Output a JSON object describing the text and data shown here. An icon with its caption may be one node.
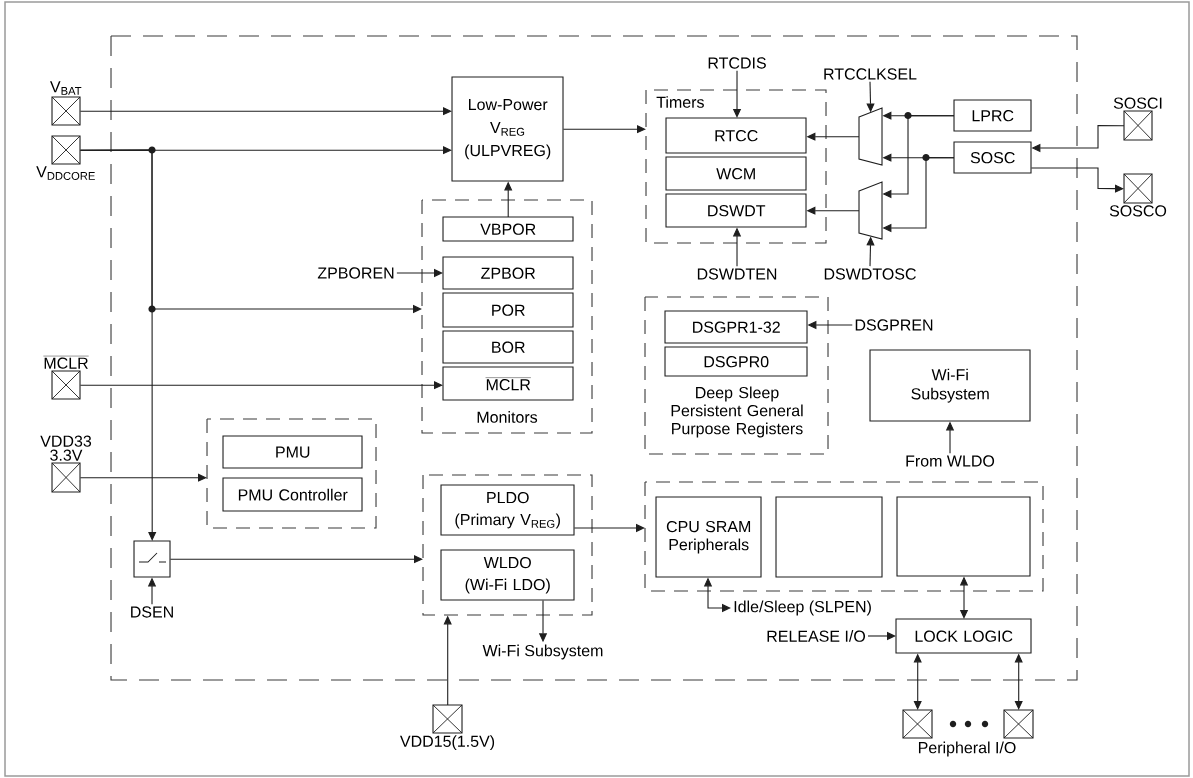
{
  "diagram": {
    "nodes": [
      {
        "text": [],
        "shape": "box"
      },
      {
        "text": [
          "V$_{BAT}$"
        ]
      },
      {
        "text": [
          "V$_{DDCORE}$"
        ]
      },
      {
        "text": [
          "Low-Power V$_{REG}$ (ULPVREG)"
        ],
        "in": 0
      },
      {
        "text": [
          "RTCDIS"
        ],
        "in": 0
      },
      {
        "text": [
          "RTCCLKSEL"
        ],
        "in": 0
      },
      {
        "text": [
          "Timers"
        ],
        "in": 0
      },
      {
        "text": [
          "RTCC"
        ],
        "in": 6
      },
      {
        "text": [
          "WCM"
        ],
        "in": 6
      },
      {
        "text": [
          "DSWDT"
        ],
        "in": 6
      },
      {
        "text": [],
        "shape": "trapezoid",
        "in": 0
      },
      {
        "text": [],
        "shape": "trapezoid",
        "in": 0
      },
      {
        "text": [
          "LPRC"
        ],
        "in": 0
      },
      {
        "text": [
          "SOSC"
        ],
        "in": 0
      },
      {
        "text": [
          "SOSCI"
        ]
      },
      {
        "text": [
          "SOSCO"
        ]
      },
      {
        "text": [
          "DSWDTEN"
        ],
        "in": 0
      },
      {
        "text": [
          "DSWDTOSC"
        ],
        "in": 0
      },
      {
        "text": [
          "Monitors"
        ],
        "in": 0
      },
      {
        "text": [
          "VBPOR"
        ],
        "in": 18
      },
      {
        "text": [
          "ZPBOREN"
        ],
        "in": 0
      },
      {
        "text": [
          "ZPBOR"
        ],
        "in": 18
      },
      {
        "text": [
          "POR"
        ],
        "in": 18
      },
      {
        "text": [
          "BOR"
        ],
        "in": 18
      },
      {
        "text": [
          "MCLR"
        ],
        "in": 18
      },
      {
        "text": [
          "Deep Sleep Persistent General Purpose Registers"
        ],
        "in": 0
      },
      {
        "text": [
          "DSGPR1-32"
        ],
        "in": 25
      },
      {
        "text": [
          "DSGPREN"
        ],
        "in": 0
      },
      {
        "text": [
          "DSGPR0"
        ],
        "in": 25
      },
      {
        "text": [
          "MCLR"
        ]
      },
      {
        "text": [
          "Wi-Fi Subsystem"
        ],
        "in": 0
      },
      {
        "text": [
          "From WLDO"
        ],
        "in": 0
      },
      {
        "text": [
          "VDD33 3.3V"
        ]
      },
      {
        "text": [],
        "shape": "box",
        "in": 0
      },
      {
        "text": [
          "PMU"
        ],
        "in": 33
      },
      {
        "text": [
          "PMU Controller"
        ],
        "in": 33
      },
      {
        "text": [],
        "shape": "box",
        "in": 0
      },
      {
        "text": [
          "PLDO",
          "(Primary V$_{REG}$)"
        ],
        "in": 36
      },
      {
        "text": [],
        "shape": "box",
        "in": 0
      },
      {
        "text": [
          "CPU SRAM Peripherals"
        ],
        "in": 38
      },
      {
        "text": [],
        "shape": "box",
        "in": 38
      },
      {
        "text": [],
        "shape": "box",
        "in": 38
      },
      {
        "text": [],
        "shape": "box",
        "in": 0
      },
      {
        "text": [
          "WLDO",
          "(Wi-Fi LDO)"
        ],
        "in": 36
      },
      {
        "text": [
          "DSEN"
        ],
        "in": 0
      },
      {
        "text": [
          "Idle/Sleep (SLPEN)"
        ],
        "in": 0
      },
      {
        "text": [
          "Wi-Fi Subsystem"
        ],
        "in": 0
      },
      {
        "text": [
          "RELEASE I/O"
        ],
        "in": 0
      },
      {
        "text": [
          "LOCK LOGIC"
        ],
        "in": 0
      },
      {
        "text": [
          "VDD15(1.5V)"
        ]
      },
      {
        "text": [],
        "shape": "box"
      },
      {
        "text": [],
        "shape": "box"
      }
    ],
    "edges": [
      {
        "from": 1,
        "to": 3,
        "arrow": "to"
      },
      {
        "from": 2,
        "to": 3,
        "arrow": "to"
      },
      {
        "from": 2,
        "to": 18,
        "arrow": "to"
      },
      {
        "from": 2,
        "to": 42,
        "arrow": "to"
      },
      {
        "from": 3,
        "to": 6,
        "arrow": "to"
      },
      {
        "from": 19,
        "to": 3,
        "arrow": "to"
      },
      {
        "from": 4,
        "to": 7,
        "arrow": "to"
      },
      {
        "from": 16,
        "to": 9,
        "arrow": "to"
      },
      {
        "from": 5,
        "to": 10,
        "arrow": "to"
      },
      {
        "from": 17,
        "to": 11,
        "arrow": "to"
      },
      {
        "from": 10,
        "to": 7,
        "arrow": "to"
      },
      {
        "from": 11,
        "to": 9,
        "arrow": "to"
      },
      {
        "from": 12,
        "to": 10,
        "arrow": "to"
      },
      {
        "from": 12,
        "to": 11,
        "arrow": "to"
      },
      {
        "from": 13,
        "to": 10,
        "arrow": "to"
      },
      {
        "from": 13,
        "to": 11,
        "arrow": "to"
      },
      {
        "from": 14,
        "to": 13,
        "arrow": "to"
      },
      {
        "from": 13,
        "to": 15,
        "arrow": "to"
      },
      {
        "from": 20,
        "to": 21,
        "arrow": "to"
      },
      {
        "from": 29,
        "to": 24,
        "arrow": "to"
      },
      {
        "from": 27,
        "to": 26,
        "arrow": "to"
      },
      {
        "from": 31,
        "to": 30,
        "arrow": "to"
      },
      {
        "from": 32,
        "to": 33,
        "arrow": "to"
      },
      {
        "from": 44,
        "to": 42,
        "arrow": "to"
      },
      {
        "from": 42,
        "to": 36,
        "arrow": "to"
      },
      {
        "from": 49,
        "to": 36,
        "arrow": "to"
      },
      {
        "from": 37,
        "to": 38,
        "arrow": "to"
      },
      {
        "from": 43,
        "to": 46,
        "arrow": "to"
      },
      {
        "from": 45,
        "to": 39,
        "arrow": "both"
      },
      {
        "from": 47,
        "to": 48,
        "arrow": "to"
      },
      {
        "from": 41,
        "to": 48,
        "arrow": "both"
      },
      {
        "from": 48,
        "to": 50,
        "arrow": "both"
      },
      {
        "from": 48,
        "to": 51,
        "arrow": "both"
      }
    ],
    "labels": [
      "Peripheral I/O"
    ]
  }
}
